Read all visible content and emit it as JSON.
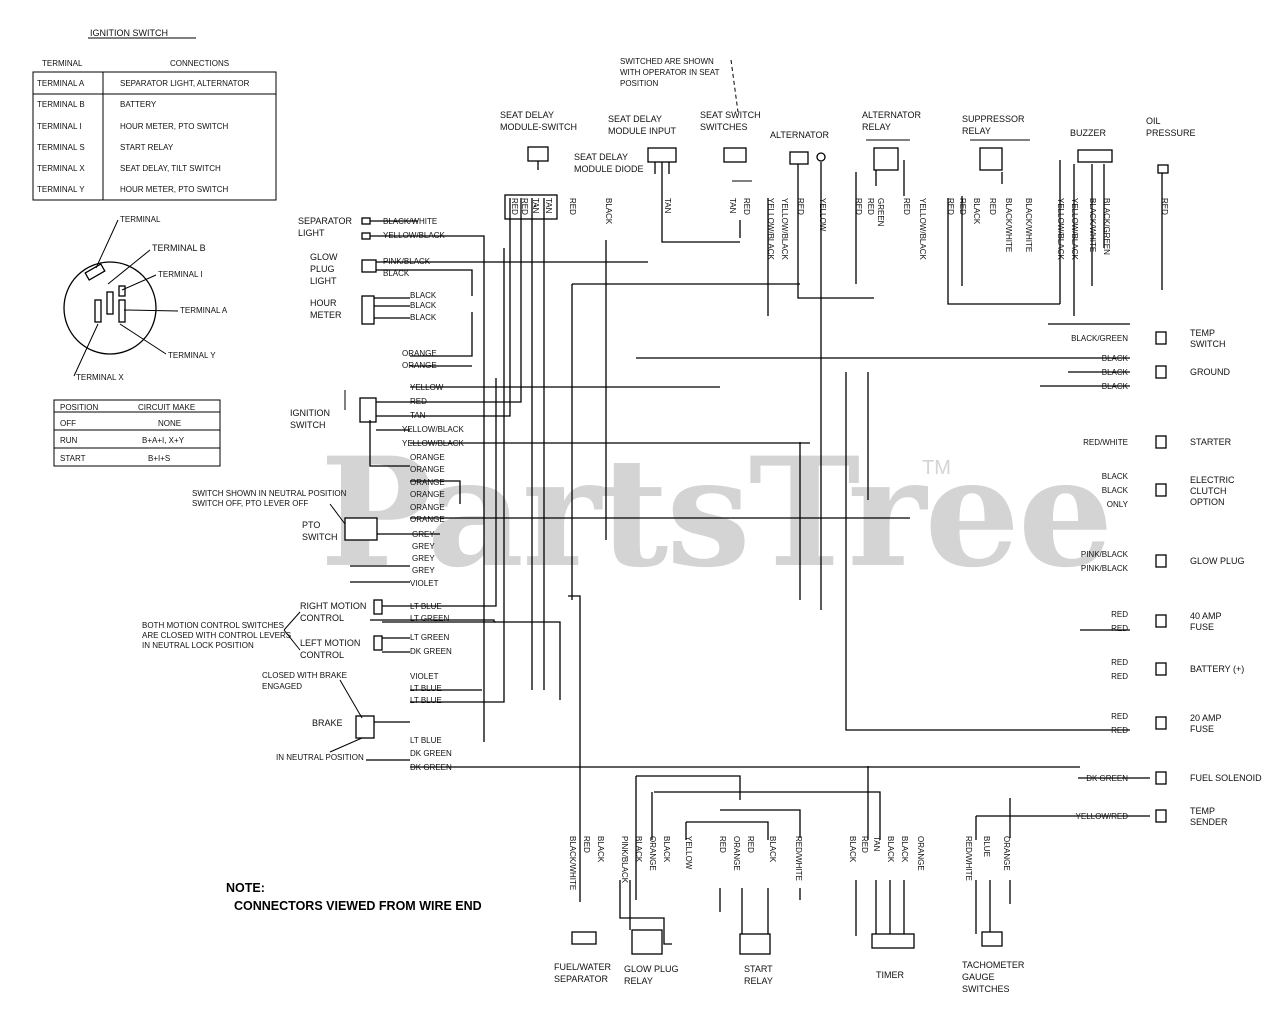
{
  "watermark": {
    "text": "PartsTree",
    "tm": "TM"
  },
  "note": {
    "title": "NOTE:",
    "body": "CONNECTORS VIEWED FROM WIRE END"
  },
  "ignition_table": {
    "title": "IGNITION SWITCH",
    "headers": [
      "TERMINAL",
      "CONNECTIONS"
    ],
    "rows": [
      [
        "TERMINAL A",
        "SEPARATOR LIGHT, ALTERNATOR"
      ],
      [
        "TERMINAL B",
        "BATTERY"
      ],
      [
        "TERMINAL I",
        "HOUR METER, PTO SWITCH"
      ],
      [
        "TERMINAL S",
        "START RELAY"
      ],
      [
        "TERMINAL X",
        "SEAT DELAY, TILT SWITCH"
      ],
      [
        "TERMINAL Y",
        "HOUR METER, PTO SWITCH"
      ]
    ]
  },
  "ignition_terminals": [
    "TERMINAL",
    "TERMINAL B",
    "TERMINAL I",
    "TERMINAL A",
    "TERMINAL Y",
    "TERMINAL X"
  ],
  "position_table": {
    "headers": [
      "POSITION",
      "CIRCUIT MAKE"
    ],
    "rows": [
      [
        "OFF",
        "NONE"
      ],
      [
        "RUN",
        "B+A+I, X+Y"
      ],
      [
        "START",
        "B+I+S"
      ]
    ]
  },
  "top_components": {
    "seat_delay_switch": "SEAT DELAY\nMODULE-SWITCH",
    "switched_note": "SWITCHED ARE SHOWN\nWITH OPERATOR IN SEAT\nPOSITION",
    "seat_delay_input": "SEAT DELAY\nMODULE INPUT",
    "seat_switch": "SEAT SWITCH\nSWITCHES",
    "seat_delay_diode": "SEAT DELAY\nMODULE DIODE",
    "alternator": "ALTERNATOR",
    "alternator_relay": "ALTERNATOR\nRELAY",
    "suppressor_relay": "SUPPRESSOR\nRELAY",
    "buzzer": "BUZZER",
    "oil_pressure": "OIL\nPRESSURE"
  },
  "left_components": {
    "separator_light": "SEPARATOR\nLIGHT",
    "glow_plug_light": "GLOW\nPLUG\nLIGHT",
    "hour_meter": "HOUR\nMETER",
    "ignition_switch": "IGNITION\nSWITCH",
    "pto_note": "SWITCH SHOWN IN NEUTRAL POSITION\nSWITCH OFF, PTO LEVER OFF",
    "pto_switch": "PTO\nSWITCH",
    "right_motion": "RIGHT MOTION\nCONTROL",
    "left_motion": "LEFT MOTION\nCONTROL",
    "motion_note": "BOTH MOTION CONTROL SWITCHES\nARE CLOSED WITH CONTROL LEVERS\nIN NEUTRAL LOCK POSITION",
    "brake_note": "CLOSED WITH BRAKE\nENGAGED",
    "brake": "BRAKE",
    "neutral_note": "IN NEUTRAL POSITION"
  },
  "wire_labels_left": [
    "BLACK/WHITE",
    "YELLOW/BLACK",
    "PINK/BLACK",
    "BLACK",
    "BLACK",
    "BLACK",
    "BLACK",
    "ORANGE",
    "ORANGE",
    "YELLOW",
    "RED",
    "TAN",
    "YELLOW/BLACK",
    "YELLOW/BLACK",
    "ORANGE",
    "ORANGE",
    "ORANGE",
    "ORANGE",
    "ORANGE",
    "ORANGE",
    "GREY",
    "GREY",
    "GREY",
    "GREY",
    "VIOLET",
    "LT BLUE",
    "LT GREEN",
    "LT GREEN",
    "DK GREEN",
    "VIOLET",
    "LT BLUE",
    "LT BLUE",
    "LT BLUE",
    "DK GREEN",
    "DK GREEN"
  ],
  "right_components": [
    {
      "wires": [
        "BLACK/GREEN"
      ],
      "name": "TEMP\nSWITCH"
    },
    {
      "wires": [
        "BLACK",
        "BLACK",
        "BLACK"
      ],
      "name": "GROUND"
    },
    {
      "wires": [
        "RED/WHITE"
      ],
      "name": "STARTER"
    },
    {
      "wires": [
        "BLACK",
        "BLACK",
        "ONLY"
      ],
      "name": "ELECTRIC\nCLUTCH\nOPTION"
    },
    {
      "wires": [
        "PINK/BLACK",
        "PINK/BLACK"
      ],
      "name": "GLOW PLUG"
    },
    {
      "wires": [
        "RED",
        "RED"
      ],
      "name": "40 AMP\nFUSE"
    },
    {
      "wires": [
        "RED",
        "RED"
      ],
      "name": "BATTERY (+)"
    },
    {
      "wires": [
        "RED",
        "RED"
      ],
      "name": "20 AMP\nFUSE"
    },
    {
      "wires": [
        "DK GREEN"
      ],
      "name": "FUEL SOLENOID"
    },
    {
      "wires": [
        "YELLOW/RED"
      ],
      "name": "TEMP\nSENDER"
    }
  ],
  "top_vertical_labels": [
    "RED",
    "RED",
    "TAN",
    "TAN",
    "RED",
    "BLACK",
    "TAN",
    "TAN",
    "RED",
    "YELLOW/BLACK",
    "YELLOW/BLACK",
    "RED",
    "YELLOW",
    "RED",
    "RED",
    "GREEN",
    "RED",
    "YELLOW/BLACK",
    "RED",
    "RED",
    "BLACK",
    "RED",
    "BLACK/WHITE",
    "BLACK/WHITE",
    "YELLOW/BLACK",
    "YELLOW/BLACK",
    "BLACK/WHITE",
    "BLACK/GREEN",
    "RED"
  ],
  "bottom_vertical_labels": [
    "BLACK/WHITE",
    "RED",
    "BLACK",
    "PINK/BLACK",
    "BLACK",
    "ORANGE",
    "BLACK",
    "YELLOW",
    "RED",
    "ORANGE",
    "RED",
    "BLACK",
    "RED/WHITE",
    "BLACK",
    "RED",
    "TAN",
    "BLACK",
    "BLACK",
    "ORANGE",
    "RED/WHITE",
    "BLUE",
    "ORANGE"
  ],
  "bottom_components": {
    "fuel_separator": "FUEL/WATER\nSEPARATOR",
    "glow_plug_relay": "GLOW PLUG\nRELAY",
    "start_relay": "START\nRELAY",
    "timer": "TIMER",
    "tachometer": "TACHOMETER\nGAUGE\nSWITCHES"
  }
}
